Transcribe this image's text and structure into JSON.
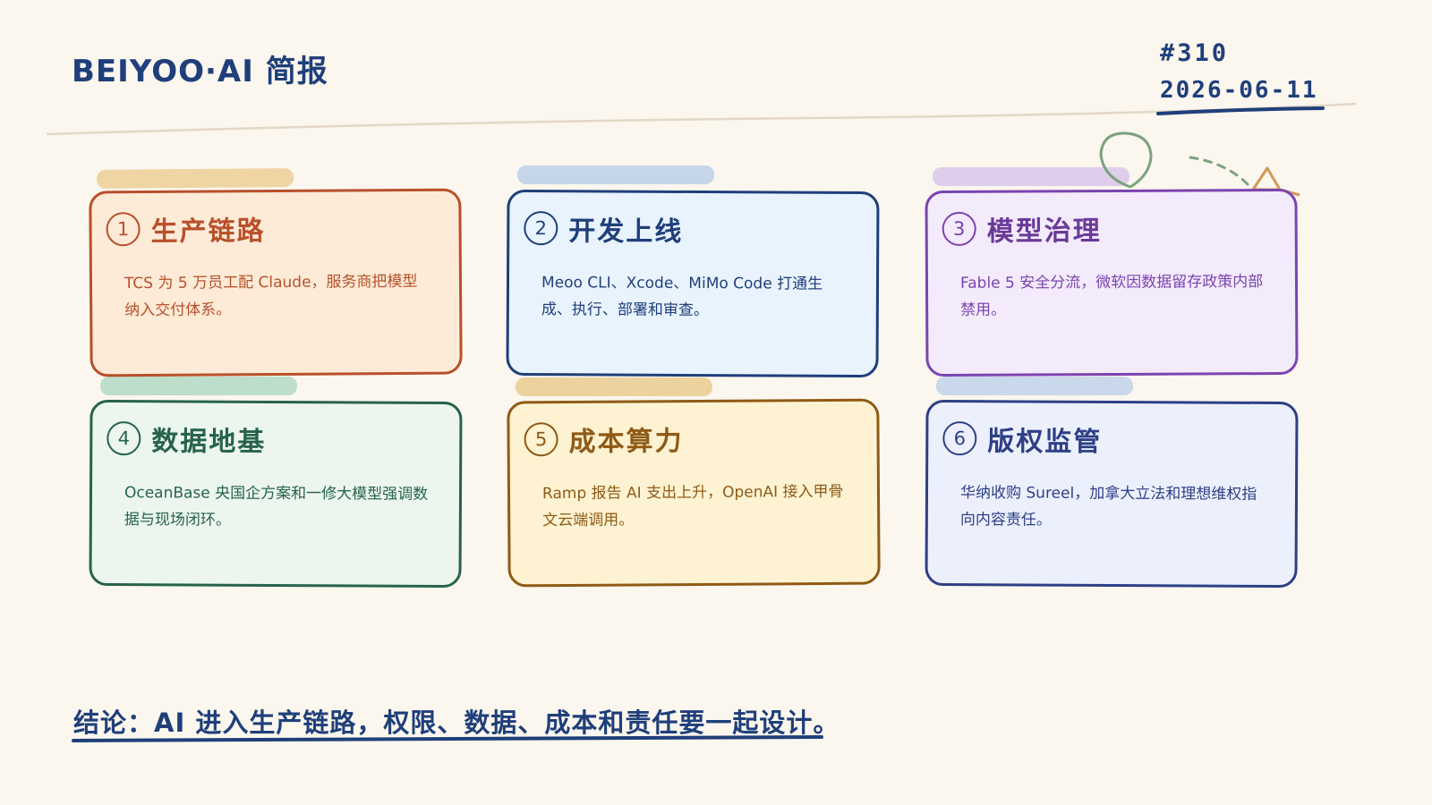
{
  "header": {
    "brand": "BEIYOO·AI 简报",
    "issue": "#310",
    "date": "2026-06-11"
  },
  "cards": [
    {
      "num": "1",
      "title": "生产链路",
      "body": "TCS 为 5 万员工配 Claude，服务商把模型纳入交付体系。",
      "color": "#b8502b",
      "bg": "#fdebd7"
    },
    {
      "num": "2",
      "title": "开发上线",
      "body": "Meoo CLI、Xcode、MiMo Code 打通生成、执行、部署和审查。",
      "color": "#1f3f7a",
      "bg": "#e9f3fd"
    },
    {
      "num": "3",
      "title": "模型治理",
      "body": "Fable 5 安全分流，微软因数据留存政策内部禁用。",
      "color": "#7b44b0",
      "bg": "#f3ebfc"
    },
    {
      "num": "4",
      "title": "数据地基",
      "body": "OceanBase 央国企方案和一修大模型强调数据与现场闭环。",
      "color": "#27634b",
      "bg": "#ecf6ed"
    },
    {
      "num": "5",
      "title": "成本算力",
      "body": "Ramp 报告 AI 支出上升，OpenAI 接入甲骨文云端调用。",
      "color": "#8f5a16",
      "bg": "#fdf3d2"
    },
    {
      "num": "6",
      "title": "版权监管",
      "body": "华纳收购 Sureel，加拿大立法和理想维权指向内容责任。",
      "color": "#2e3f86",
      "bg": "#ecf0fd"
    }
  ],
  "conclusion": "结论：AI 进入生产链路，权限、数据、成本和责任要一起设计。",
  "icons": [
    "balloon-doodle",
    "triangle-doodle",
    "dashed-trail-doodle"
  ]
}
